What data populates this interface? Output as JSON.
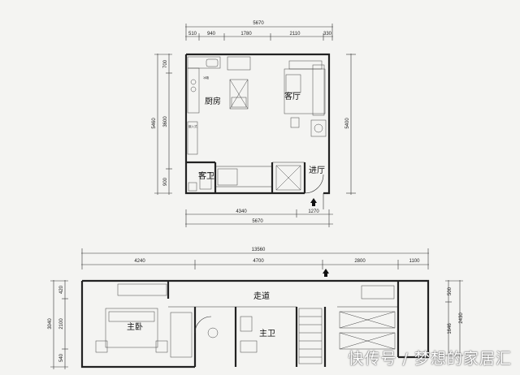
{
  "upper_plan": {
    "top_dims": {
      "total": "5670",
      "segments": [
        "510",
        "940",
        "1780",
        "2110",
        "330"
      ]
    },
    "left_dims": [
      "700",
      "3600",
      "900"
    ],
    "left_total": "5460",
    "right_dim": "5400",
    "bottom_dims": {
      "left": "4340",
      "right": "1270",
      "total": "5670"
    },
    "rooms": {
      "kitchen": "厨房",
      "living": "客厅",
      "guest_bath": "客卫",
      "entrance": "进厅"
    }
  },
  "lower_plan": {
    "top_dims": {
      "total": "13560",
      "segments": [
        "4240",
        "4700",
        "2800",
        "1100"
      ]
    },
    "left_dims": [
      "420",
      "2100",
      "540"
    ],
    "left_total": "3040",
    "right_dims": [
      "500",
      "1646",
      "2430"
    ],
    "rooms": {
      "corridor": "走道",
      "master_bedroom": "主卧",
      "master_bath": "主卫"
    }
  },
  "watermark": "快传号 / 梦想的家居汇"
}
